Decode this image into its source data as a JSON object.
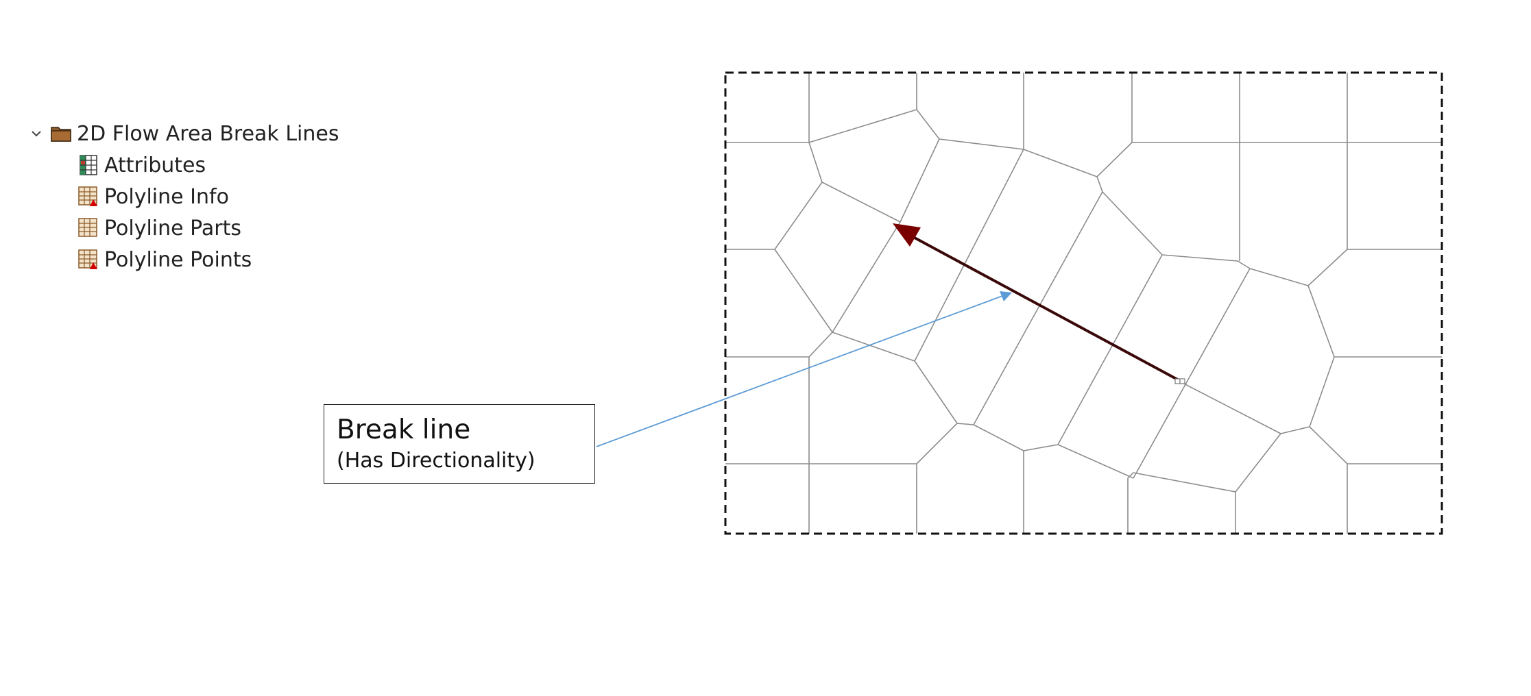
{
  "tree": {
    "parent_label": "2D Flow Area Break Lines",
    "parent_icon": "folder-icon",
    "children": [
      {
        "label": "Attributes",
        "icon": "table-icon"
      },
      {
        "label": "Polyline Info",
        "icon": "polyline-table-icon"
      },
      {
        "label": "Polyline Parts",
        "icon": "grid-table-icon"
      },
      {
        "label": "Polyline Points",
        "icon": "polyline-table-icon"
      }
    ]
  },
  "callout": {
    "title": "Break line",
    "subtitle": "(Has Directionality)"
  },
  "colors": {
    "break_line": "#4a0a0a",
    "arrowhead": "#7a0000",
    "leader_line": "#5b9bd5",
    "mesh_line": "#8c8c8c",
    "boundary": "#111111"
  }
}
